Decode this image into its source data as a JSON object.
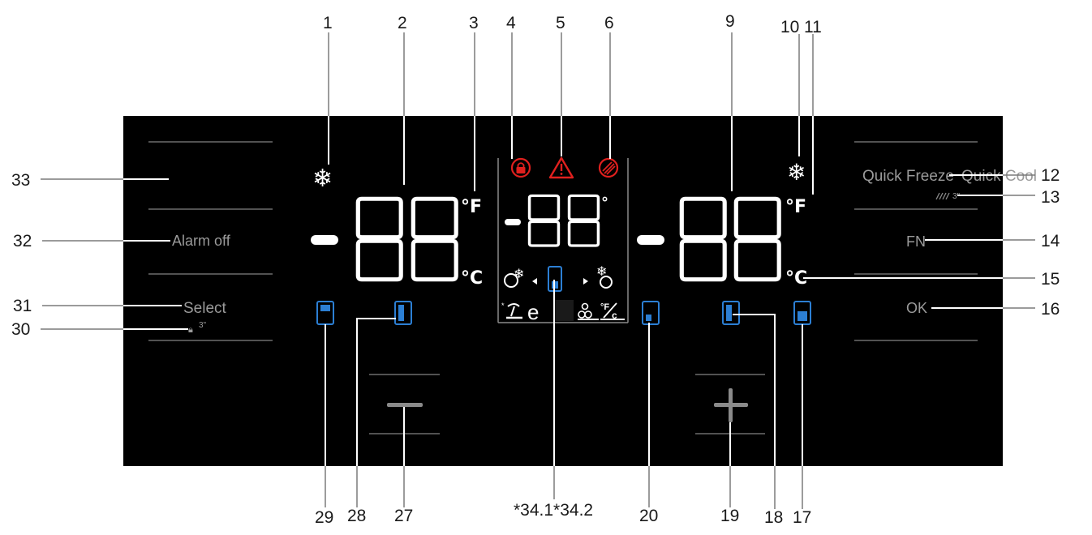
{
  "callouts": {
    "c1": "1",
    "c2": "2",
    "c3": "3",
    "c4": "4",
    "c5": "5",
    "c6": "6",
    "c9": "9",
    "c10": "10",
    "c11": "11",
    "c12": "12",
    "c13": "13",
    "c14": "14",
    "c15": "15",
    "c16": "16",
    "c17": "17",
    "c18": "18",
    "c19": "19",
    "c20": "20",
    "c27": "27",
    "c28": "28",
    "c29": "29",
    "c30": "30",
    "c31": "31",
    "c32": "32",
    "c33": "33",
    "c34": "*34.1*34.2"
  },
  "buttons": {
    "alarm_off": "Alarm off",
    "select": "Select",
    "lock_hold": "3\"",
    "quick_freeze": "Quick Freeze",
    "quick_cool": "Quick Cool",
    "quick_hold": "3\"",
    "fn": "FN",
    "ok": "OK"
  },
  "displays": {
    "left_digits": "88",
    "center_digits": "88",
    "right_digits": "88",
    "minus": "-",
    "deg_f": "°F",
    "deg_c": "°C",
    "deg": "°"
  },
  "icons": {
    "snowflake": "❄",
    "lock": "lock-icon",
    "alarm": "warning-icon",
    "filter": "filter-icon",
    "eco_letter": "e"
  },
  "colors": {
    "panel": "#000000",
    "segment": "#ffffff",
    "indicator": "#2c7fd4",
    "warning": "#e0201e",
    "label": "#9a9a9a"
  }
}
